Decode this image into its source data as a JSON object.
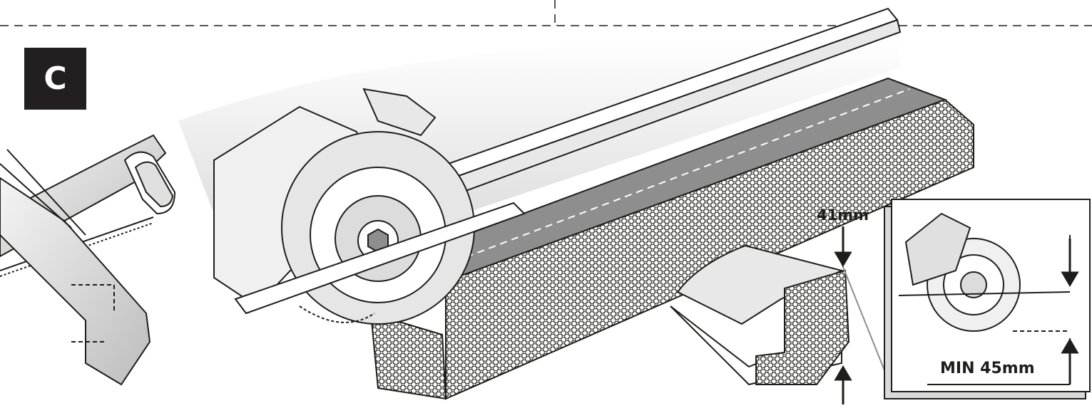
{
  "figure": {
    "step_label": "C",
    "cut_depth_label": "41mm",
    "min_label": "MIN 45mm"
  },
  "colors": {
    "ink": "#1d1d1b",
    "badge": "#231f20",
    "track_gray": "#8e8e8e",
    "light_gray": "#e6e6e6",
    "mid_gray": "#cfcfcf"
  }
}
